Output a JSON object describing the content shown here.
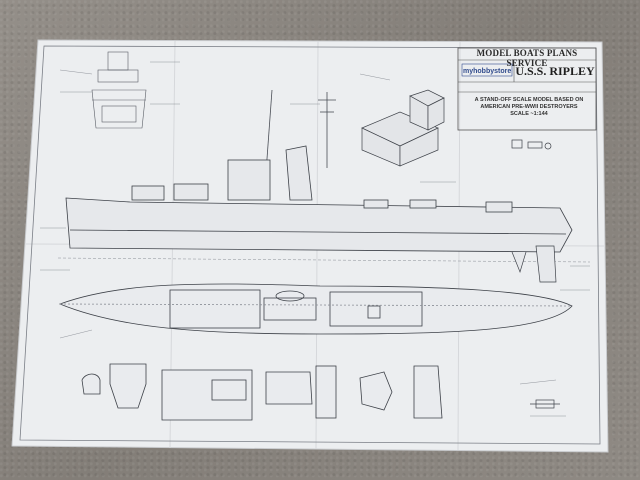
{
  "plan": {
    "header": "MODEL BOATS PLANS SERVICE",
    "brand": "myhobbystore",
    "ship_name": "U.S.S. RIPLEY",
    "description": [
      "A STAND-OFF SCALE MODEL BASED ON",
      "AMERICAN PRE-WWII DESTROYERS",
      "SCALE ~1:144"
    ]
  },
  "colors": {
    "paper": "#eceef0",
    "line": "#5a5e66",
    "brand_blue": "#2f4a8c",
    "background": "#8a8580"
  }
}
